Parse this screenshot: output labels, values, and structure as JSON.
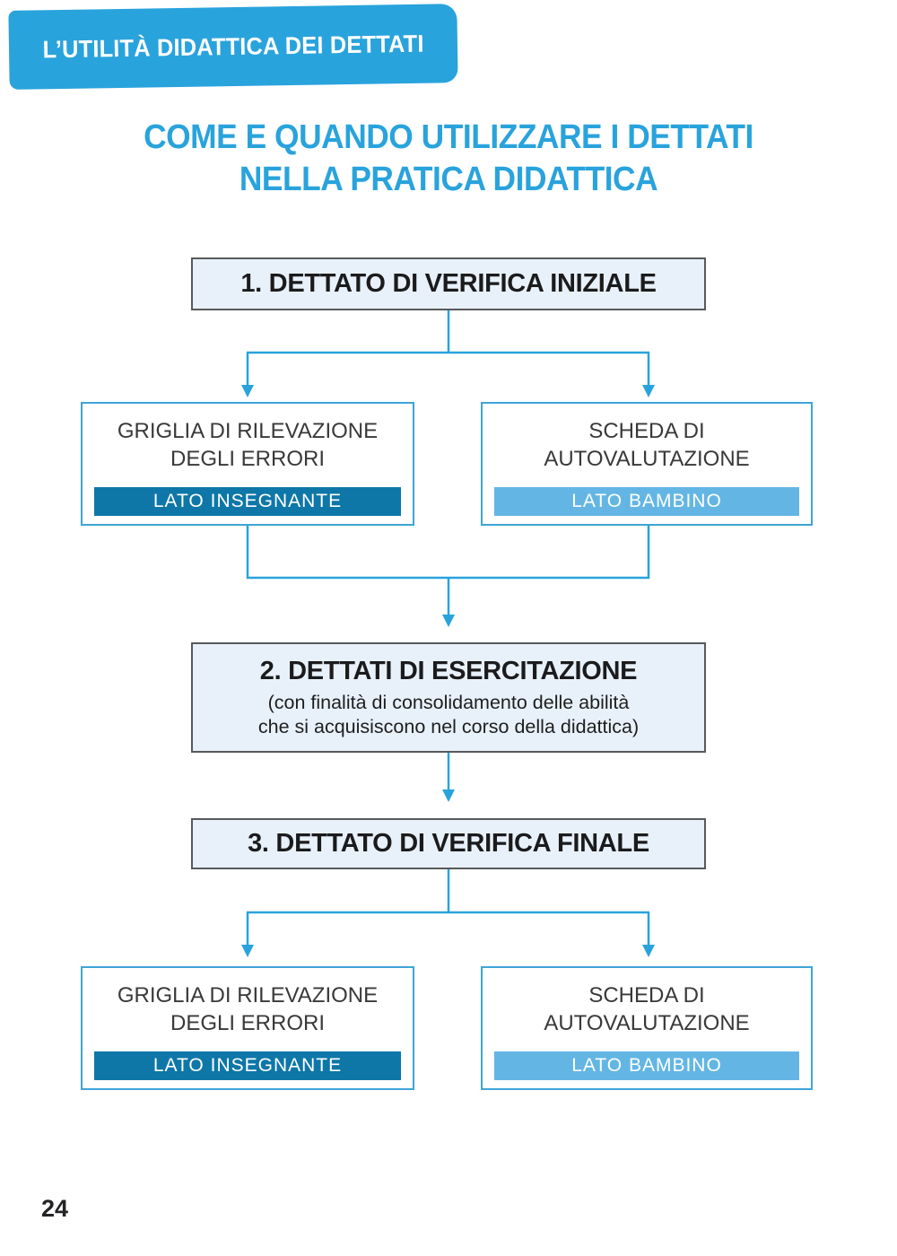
{
  "page": {
    "banner_title": "L’UTILITÀ DIDATTICA DEI DETTATI",
    "main_title_line1": "COME E QUANDO UTILIZZARE I DETTATI",
    "main_title_line2": "NELLA PRATICA DIDATTICA",
    "page_number": "24"
  },
  "flow": {
    "step1_label": "1. DETTATO DI VERIFICA INIZIALE",
    "step2_label": "2. DETTATI DI ESERCITAZIONE",
    "step2_sub1": "(con finalità di consolidamento delle abilità",
    "step2_sub2": "che si acquisiscono nel corso della didattica)",
    "step3_label": "3. DETTATO DI VERIFICA FINALE",
    "initial": {
      "teacher": {
        "line1": "GRIGLIA DI RILEVAZIONE",
        "line2": "DEGLI ERRORI",
        "badge": "LATO INSEGNANTE"
      },
      "child": {
        "line1": "SCHEDA DI",
        "line2": "AUTOVALUTAZIONE",
        "badge": "LATO BAMBINO"
      }
    },
    "final": {
      "teacher": {
        "line1": "GRIGLIA DI RILEVAZIONE",
        "line2": "DEGLI ERRORI",
        "badge": "LATO INSEGNANTE"
      },
      "child": {
        "line1": "SCHEDA DI",
        "line2": "AUTOVALUTAZIONE",
        "badge": "LATO BAMBINO"
      }
    }
  },
  "colors": {
    "accent_blue": "#29a3dc",
    "dark_badge_blue": "#0e77a8",
    "light_badge_blue": "#63b6e4",
    "step_box_bg": "#e8f1f9",
    "step_box_border": "#58595b"
  }
}
